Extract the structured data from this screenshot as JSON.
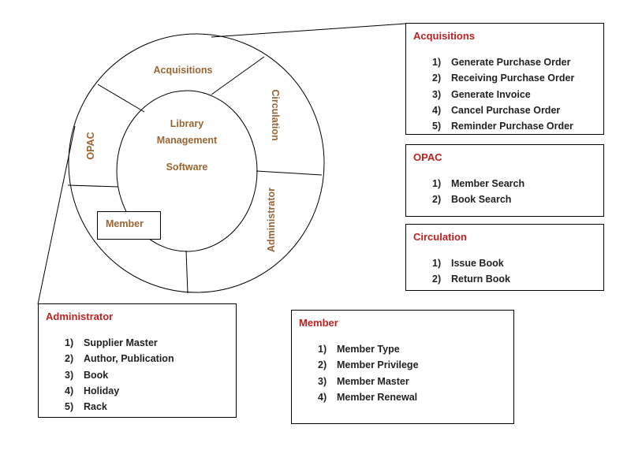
{
  "ring": {
    "center_lines": [
      "Library",
      "Management"
    ],
    "center_sub": "Software",
    "segments": {
      "acquisitions": "Acquisitions",
      "circulation": "Circulation",
      "administrator": "Administrator",
      "opac": "OPAC",
      "member": "Member"
    }
  },
  "colors": {
    "title_red": "#c0201f",
    "segment_brown": "#996633"
  },
  "panels": {
    "acquisitions": {
      "title": "Acquisitions",
      "items": [
        {
          "num": "1)",
          "text": "Generate Purchase Order"
        },
        {
          "num": "2)",
          "text": "Receiving Purchase Order"
        },
        {
          "num": "3)",
          "text": "Generate Invoice"
        },
        {
          "num": "4)",
          "text": "Cancel Purchase Order"
        },
        {
          "num": "5)",
          "text": "Reminder Purchase Order"
        }
      ]
    },
    "opac": {
      "title": "OPAC",
      "items": [
        {
          "num": "1)",
          "text": "Member Search"
        },
        {
          "num": "2)",
          "text": "Book Search"
        }
      ]
    },
    "circulation": {
      "title": "Circulation",
      "items": [
        {
          "num": "1)",
          "text": "Issue Book"
        },
        {
          "num": "2)",
          "text": "Return Book"
        }
      ]
    },
    "administrator": {
      "title": "Administrator",
      "items": [
        {
          "num": "1)",
          "text": "Supplier Master"
        },
        {
          "num": "2)",
          "text": "Author, Publication"
        },
        {
          "num": "3)",
          "text": "Book"
        },
        {
          "num": "4)",
          "text": "Holiday"
        },
        {
          "num": "5)",
          "text": "Rack"
        }
      ]
    },
    "member": {
      "title": "Member",
      "items": [
        {
          "num": "1)",
          "text": "Member Type"
        },
        {
          "num": "2)",
          "text": "Member Privilege"
        },
        {
          "num": "3)",
          "text": "Member Master"
        },
        {
          "num": "4)",
          "text": "Member Renewal"
        }
      ]
    }
  }
}
